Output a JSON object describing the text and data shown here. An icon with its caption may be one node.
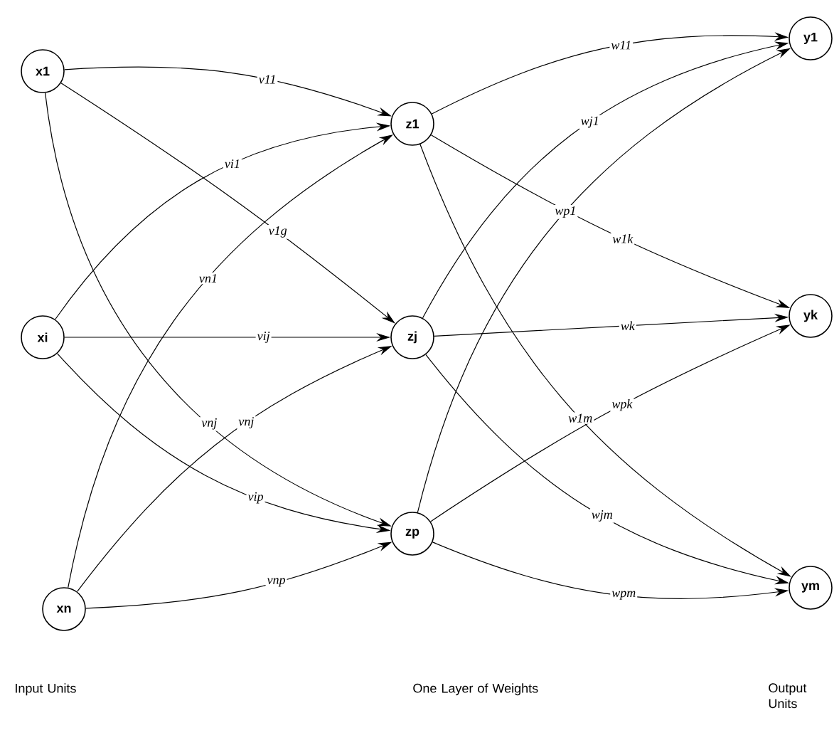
{
  "diagram": {
    "nodes": [
      {
        "text": [
          "x1"
        ]
      },
      {
        "text": [
          "xi"
        ]
      },
      {
        "text": [
          "xn"
        ]
      },
      {
        "text": [
          "z1"
        ]
      },
      {
        "text": [
          "zj"
        ]
      },
      {
        "text": [
          "zp"
        ]
      },
      {
        "text": [
          "y1"
        ]
      },
      {
        "text": [
          "yk"
        ]
      },
      {
        "text": [
          "ym"
        ]
      }
    ],
    "edges": [
      {
        "from": 0,
        "to": 3,
        "arrow": "to",
        "label": "v11"
      },
      {
        "from": 1,
        "to": 3,
        "arrow": "to",
        "label": "vi1"
      },
      {
        "from": 2,
        "to": 3,
        "arrow": "to",
        "label": "vn1"
      },
      {
        "from": 0,
        "to": 4,
        "arrow": "to",
        "label": "v1g"
      },
      {
        "from": 1,
        "to": 4,
        "arrow": "to",
        "label": "vij"
      },
      {
        "from": 2,
        "to": 4,
        "arrow": "to",
        "label": "vnj"
      },
      {
        "from": 0,
        "to": 5,
        "arrow": "to",
        "label": "vnj"
      },
      {
        "from": 1,
        "to": 5,
        "arrow": "to",
        "label": "vip"
      },
      {
        "from": 2,
        "to": 5,
        "arrow": "to",
        "label": "vnp"
      },
      {
        "from": 3,
        "to": 6,
        "arrow": "to",
        "label": "w11"
      },
      {
        "from": 4,
        "to": 6,
        "arrow": "to",
        "label": "wj1"
      },
      {
        "from": 5,
        "to": 6,
        "arrow": "to",
        "label": "wp1"
      },
      {
        "from": 3,
        "to": 7,
        "arrow": "to",
        "label": "w1k"
      },
      {
        "from": 4,
        "to": 7,
        "arrow": "to",
        "label": "wk"
      },
      {
        "from": 5,
        "to": 7,
        "arrow": "to",
        "label": "wpk"
      },
      {
        "from": 3,
        "to": 8,
        "arrow": "to",
        "label": "w1m"
      },
      {
        "from": 4,
        "to": 8,
        "arrow": "to",
        "label": "wjm"
      },
      {
        "from": 5,
        "to": 8,
        "arrow": "to",
        "label": "wpm"
      }
    ],
    "labels": [
      "Input Units",
      "One Layer of Weights",
      "Output Units"
    ]
  }
}
